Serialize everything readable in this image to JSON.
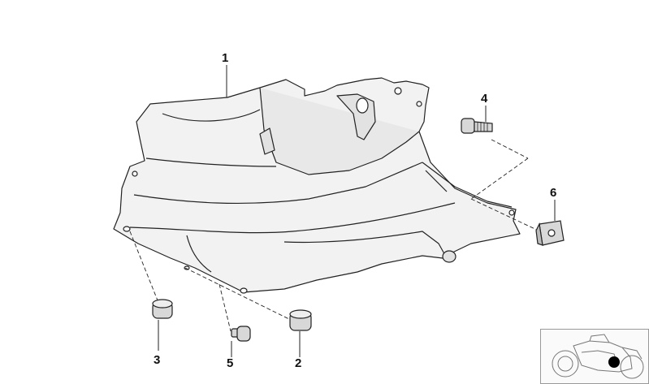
{
  "diagram": {
    "callouts": [
      "1",
      "2",
      "3",
      "4",
      "5",
      "6"
    ],
    "parts": [
      {
        "callout": "1",
        "name": "panel"
      },
      {
        "callout": "2",
        "name": "grommet"
      },
      {
        "callout": "3",
        "name": "grommet"
      },
      {
        "callout": "4",
        "name": "screw"
      },
      {
        "callout": "5",
        "name": "rivet"
      },
      {
        "callout": "6",
        "name": "clip-nut"
      }
    ]
  },
  "colors": {
    "line": "#222222",
    "panel_fill": "#f2f2f2",
    "panel_shade": "#e2e2e2",
    "part_fill": "#d8d8d8",
    "locator_dot": "#000000"
  },
  "icons": {
    "locator": "motorcycle-locator-icon"
  }
}
